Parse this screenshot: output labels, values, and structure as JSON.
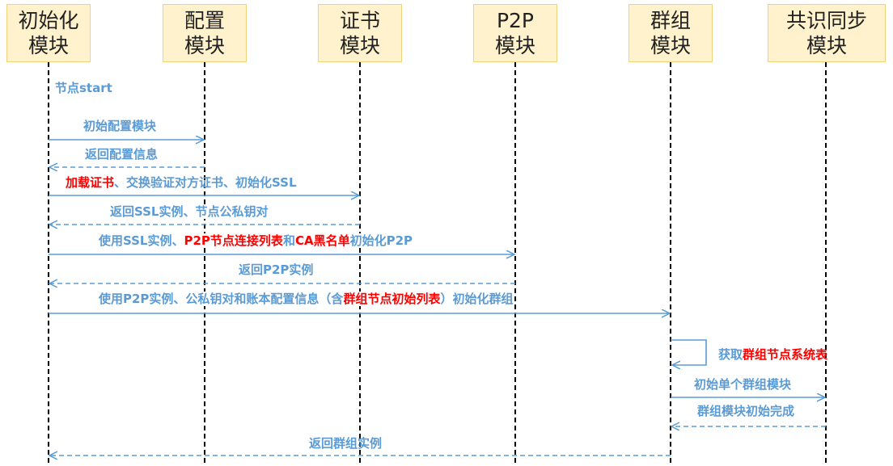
{
  "participants": [
    {
      "id": "init",
      "label": "初始化\n模块"
    },
    {
      "id": "config",
      "label": "配置\n模块"
    },
    {
      "id": "cert",
      "label": "证书\n模块"
    },
    {
      "id": "p2p",
      "label": "P2P\n模块"
    },
    {
      "id": "group",
      "label": "群组\n模块"
    },
    {
      "id": "sync",
      "label": "共识同步\n模块"
    }
  ],
  "messages": [
    {
      "from": "init",
      "to": "init",
      "style": "label-only",
      "parts": [
        {
          "text": "节点start",
          "highlight": false
        }
      ]
    },
    {
      "from": "init",
      "to": "config",
      "style": "solid",
      "parts": [
        {
          "text": "初始配置模块",
          "highlight": false
        }
      ]
    },
    {
      "from": "config",
      "to": "init",
      "style": "dashed",
      "parts": [
        {
          "text": "返回配置信息",
          "highlight": false
        }
      ]
    },
    {
      "from": "init",
      "to": "cert",
      "style": "solid",
      "parts": [
        {
          "text": "加载证书",
          "highlight": true
        },
        {
          "text": "、交换验证对方证书、初始化SSL",
          "highlight": false
        }
      ]
    },
    {
      "from": "cert",
      "to": "init",
      "style": "dashed",
      "parts": [
        {
          "text": "返回SSL实例、节点公私钥对",
          "highlight": false
        }
      ]
    },
    {
      "from": "init",
      "to": "p2p",
      "style": "solid",
      "parts": [
        {
          "text": "使用SSL实例、",
          "highlight": false
        },
        {
          "text": "P2P节点连接列表",
          "highlight": true
        },
        {
          "text": "和",
          "highlight": false
        },
        {
          "text": "CA黑名单",
          "highlight": true
        },
        {
          "text": "初始化P2P",
          "highlight": false
        }
      ]
    },
    {
      "from": "p2p",
      "to": "init",
      "style": "dashed",
      "parts": [
        {
          "text": "返回P2P实例",
          "highlight": false
        }
      ]
    },
    {
      "from": "init",
      "to": "group",
      "style": "solid",
      "parts": [
        {
          "text": "使用P2P实例、公私钥对和账本配置信息（含",
          "highlight": false
        },
        {
          "text": "群组节点初始列表",
          "highlight": true
        },
        {
          "text": "）初始化群组",
          "highlight": false
        }
      ]
    },
    {
      "from": "group",
      "to": "group",
      "style": "self",
      "parts": [
        {
          "text": "获取",
          "highlight": false
        },
        {
          "text": "群组节点系统表",
          "highlight": true
        }
      ]
    },
    {
      "from": "group",
      "to": "sync",
      "style": "solid",
      "parts": [
        {
          "text": "初始单个群组模块",
          "highlight": false
        }
      ]
    },
    {
      "from": "sync",
      "to": "group",
      "style": "dashed",
      "parts": [
        {
          "text": "群组模块初始完成",
          "highlight": false
        }
      ]
    },
    {
      "from": "group",
      "to": "init",
      "style": "dashed",
      "parts": [
        {
          "text": "返回群组实例",
          "highlight": false
        }
      ]
    }
  ],
  "colors": {
    "arrow": "#5B9BD5",
    "label": "#5B9BD5",
    "highlight": "#FF0000",
    "header_fill": "#FFF2CC",
    "header_border": "#F2D27A",
    "lifeline": "#000000"
  }
}
